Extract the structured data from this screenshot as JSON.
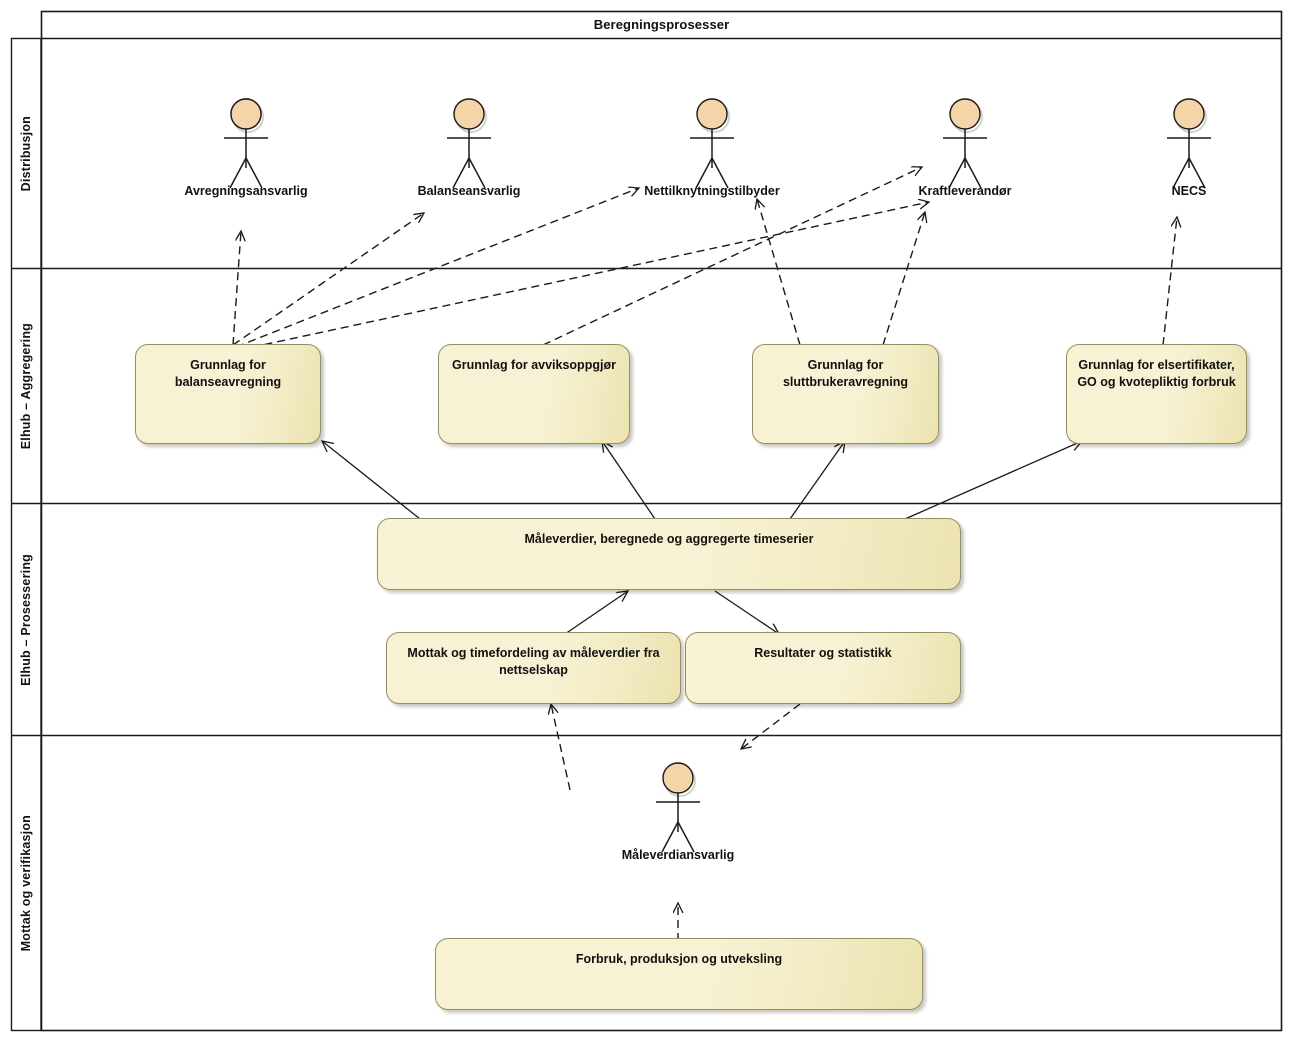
{
  "diagram": {
    "title": "Beregningsprosesser",
    "type": "uml-use-case-swimlane",
    "colors": {
      "node_fill": "#f7f2d4",
      "node_border": "#9a8f52",
      "actor_fill": "#f5d5a8",
      "actor_border": "#1a1a1a",
      "frame_border": "#1a1a1a",
      "connector": "#1a1a1a"
    }
  },
  "lanes": [
    {
      "id": "distribusjon",
      "label": "Distribusjon"
    },
    {
      "id": "elhub-aggregering",
      "label": "Elhub – Aggregering"
    },
    {
      "id": "elhub-prosessering",
      "label": "Elhub – Prosessering"
    },
    {
      "id": "mottak-verifikasjon",
      "label": "Mottak og verifikasjon"
    }
  ],
  "actors": [
    {
      "id": "avregningsansvarlig",
      "name": "Avregningsansvarlig",
      "lane": "distribusjon"
    },
    {
      "id": "balanseansvarlig",
      "name": "Balanseansvarlig",
      "lane": "distribusjon"
    },
    {
      "id": "nettilknytningstilbyder",
      "name": "Nettilknytningstilbyder",
      "lane": "distribusjon"
    },
    {
      "id": "kraftleverandor",
      "name": "Kraftleverandør",
      "lane": "distribusjon"
    },
    {
      "id": "necs",
      "name": "NECS",
      "lane": "distribusjon"
    },
    {
      "id": "maleverdiansvarlig",
      "name": "Måleverdiansvarlig",
      "lane": "mottak-verifikasjon"
    }
  ],
  "nodes": [
    {
      "id": "balanseavregning",
      "label": "Grunnlag for balanseavregning",
      "lane": "elhub-aggregering"
    },
    {
      "id": "avviksoppgjor",
      "label": "Grunnlag for avviksoppgjør",
      "lane": "elhub-aggregering"
    },
    {
      "id": "sluttbrukeravregning",
      "label": "Grunnlag for sluttbrukeravregning",
      "lane": "elhub-aggregering"
    },
    {
      "id": "elsertifikater",
      "label": "Grunnlag for elsertifikater, GO og kvotepliktig forbruk",
      "lane": "elhub-aggregering"
    },
    {
      "id": "maleverdier",
      "label": "Måleverdier, beregnede og aggregerte timeserier",
      "lane": "elhub-prosessering"
    },
    {
      "id": "mottak-timefordeling",
      "label": "Mottak og timefordeling av måleverdier fra nettselskap",
      "lane": "elhub-prosessering"
    },
    {
      "id": "resultater",
      "label": "Resultater og statistikk",
      "lane": "elhub-prosessering"
    },
    {
      "id": "forbruk",
      "label": "Forbruk, produksjon og utveksling",
      "lane": "mottak-verifikasjon"
    }
  ],
  "connections": [
    {
      "from": "balanseavregning",
      "to": "avregningsansvarlig",
      "style": "dashed"
    },
    {
      "from": "balanseavregning",
      "to": "balanseansvarlig",
      "style": "dashed"
    },
    {
      "from": "balanseavregning",
      "to": "nettilknytningstilbyder",
      "style": "dashed"
    },
    {
      "from": "balanseavregning",
      "to": "kraftleverandor",
      "style": "dashed"
    },
    {
      "from": "avviksoppgjor",
      "to": "kraftleverandor",
      "style": "dashed"
    },
    {
      "from": "sluttbrukeravregning",
      "to": "nettilknytningstilbyder",
      "style": "dashed"
    },
    {
      "from": "sluttbrukeravregning",
      "to": "kraftleverandor",
      "style": "dashed"
    },
    {
      "from": "elsertifikater",
      "to": "necs",
      "style": "dashed"
    },
    {
      "from": "maleverdier",
      "to": "balanseavregning",
      "style": "solid"
    },
    {
      "from": "maleverdier",
      "to": "avviksoppgjor",
      "style": "solid"
    },
    {
      "from": "maleverdier",
      "to": "sluttbrukeravregning",
      "style": "solid"
    },
    {
      "from": "maleverdier",
      "to": "elsertifikater",
      "style": "solid"
    },
    {
      "from": "mottak-timefordeling",
      "to": "maleverdier",
      "style": "solid"
    },
    {
      "from": "maleverdier",
      "to": "resultater",
      "style": "solid"
    },
    {
      "from": "maleverdiansvarlig",
      "to": "mottak-timefordeling",
      "style": "dashed"
    },
    {
      "from": "resultater",
      "to": "maleverdiansvarlig",
      "style": "dashed"
    },
    {
      "from": "forbruk",
      "to": "maleverdiansvarlig",
      "style": "dashed"
    }
  ]
}
